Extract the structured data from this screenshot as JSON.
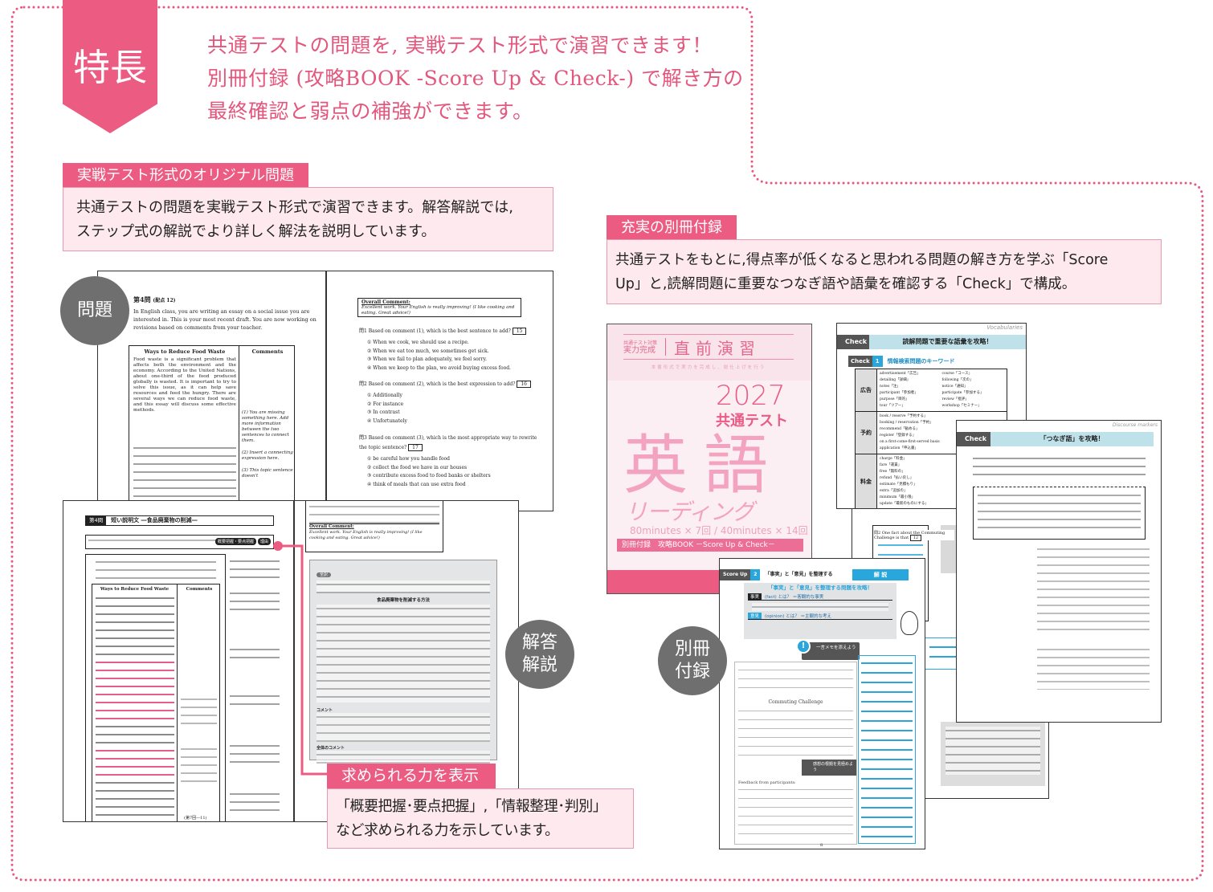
{
  "feature_badge": "特長",
  "headline": [
    "共通テストの問題を, 実戦テスト形式で演習できます！",
    "別冊付録 (攻略BOOK -Score Up & Check-) で解き方の",
    "最終確認と弱点の補強ができます。"
  ],
  "section_original": {
    "tag": "実戦テスト形式のオリジナル問題",
    "lines": [
      "共通テストの問題を実戦テスト形式で演習できます。解答解説では,",
      "ステップ式の解説でより詳しく解法を説明しています。"
    ]
  },
  "section_supplement": {
    "tag": "充実の別冊付録",
    "lines": [
      "共通テストをもとに,得点率が低くなると思われる問題の解き方を学ぶ「Score",
      "Up」と,読解問題に重要なつなぎ語や語彙を確認する「Check」で構成。"
    ]
  },
  "section_skills": {
    "tag": "求められる力を表示",
    "lines": [
      "「概要把握･要点把握」,「情報整理･判別」",
      "など求められる力を示しています。"
    ]
  },
  "circles": {
    "problem": "問題",
    "answer": [
      "解答",
      "解説"
    ],
    "supplement": [
      "別冊",
      "付録"
    ]
  },
  "problem_page": {
    "heading": "第4問",
    "points": "(配点 12)",
    "intro": "In English class, you are writing an essay on a social issue you are interested in. This is your most recent draft. You are now working on revisions based on comments from your teacher.",
    "table_headers": [
      "Ways to Reduce Food Waste",
      "Comments"
    ],
    "essay": "Food waste is a significant problem that affects both the environment and the economy. According to the United Nations, about one-third of the food produced globally is wasted. It is important to try to solve this issue, as it can help save resources and feed the hungry. There are several ways we can reduce food waste, and this essay will discuss some effective methods.",
    "comments": [
      "(1) You are missing something here. Add more information between the two sentences to connect them.",
      "(2) Insert a connecting expression here.",
      "(3) This topic sentence doesn't"
    ],
    "overall_title": "Overall Comment:",
    "overall_text": "Excellent work. Your English is really improving! (I like cooking and eating. Great advice!)",
    "questions": [
      {
        "label": "問1 Based on comment (1), which is the best sentence to add?",
        "box": "15",
        "options": [
          "① When we cook, we should use a recipe.",
          "② When we eat too much, we sometimes get sick.",
          "③ When we fail to plan adequately, we feel sorry.",
          "④ When we keep to the plan, we avoid buying excess food."
        ]
      },
      {
        "label": "問2 Based on comment (2), which is the best expression to add?",
        "box": "16",
        "options": [
          "① Additionally",
          "② For instance",
          "③ In contrast",
          "④ Unfortunately"
        ]
      },
      {
        "label": "問3 Based on comment (3), which is the most appropriate way to rewrite the topic sentence?",
        "box": "17",
        "options": [
          "① be careful how you handle food",
          "② collect the food we have in our houses",
          "③ contribute excess food to food banks or shelters",
          "④ think of meals that can use extra food"
        ]
      }
    ]
  },
  "answer_page": {
    "heading_num": "第4問",
    "heading": "短い説明文 ―食品廃棄物の削減―",
    "skill_badges": [
      "概要把握・要点把握",
      "理由"
    ],
    "table_headers": [
      "Ways to Reduce Food Waste",
      "Comments"
    ],
    "overall_title": "Overall Comment:",
    "overall_text": "Excellent work. Your English is really improving! (I like cooking and eating. Great advice!)",
    "translation_tag": "全訳",
    "translation_title": "食品廃棄物を削減する方法",
    "comment_label": "コメント",
    "teacher_label": "全体のコメント",
    "footer": "(第7回―11)"
  },
  "book_cover": {
    "series_small": "共通テスト対策",
    "series": "実力完成",
    "series_title": "直前演習",
    "tagline": "本番形式で実力を完成し、総仕上げを行う",
    "year": "2027",
    "exam": "共通テスト",
    "subject": "英語",
    "subtitle": "リーディング",
    "spec": "80minutes × 7回 / 40minutes × 14回",
    "supplement_label": "別冊付録",
    "supplement_title": "攻略BOOK －Score Up & Check－"
  },
  "check_page_1": {
    "bar_label": "Check",
    "title": "読解問題で重要な語彙を攻略！",
    "watermark": "Vocabularies",
    "section_num": "1",
    "section_title": "情報検索問題のキーワード",
    "rows": [
      {
        "cat": "広告",
        "words": [
          "advertisement「広告」",
          "course「コース」",
          "detailing「詳細」",
          "following「次の」",
          "notes「注」",
          "notice「通知」",
          "participant「参加者」",
          "participate「参加する」",
          "purpose「目的」",
          "review「批評」",
          "tour「ツアー」",
          "workshop「セミナー」"
        ]
      },
      {
        "cat": "予約",
        "words": [
          "book / reserve「予約する」",
          "booking / reservation「予約」",
          "recommend「勧める」",
          "register「登録する」",
          "on a first-come-first-served basis",
          "application「申込書」"
        ]
      },
      {
        "cat": "料金",
        "words": [
          "charge「料金」",
          "fare「運賃」",
          "free「無料の」",
          "refund「払い戻し」",
          "estimate「見積もり」",
          "extra「追加の」",
          "minimum「最小限」",
          "update「最新のものにする」"
        ]
      }
    ]
  },
  "check_page_2": {
    "bar_label": "Check",
    "title": "「つなぎ語」を攻略！",
    "watermark": "Discourse markers"
  },
  "scoreup_page": {
    "bar_label": "Score Up",
    "num": "2",
    "title": "「事実」と「意見」を整理する",
    "tab": "解 説",
    "banner": "「事実」と「意見」を整理する問題を攻略！",
    "fact_label": "事実",
    "fact_text": "(fact) とは？ ＝客観的な事実",
    "opinion_label": "意見",
    "opinion_text": "(opinion) とは？ ＝主観的な考え",
    "memo_title": "一言メモを添えよう",
    "passage_title": "Commuting Challenge",
    "feedback_title": "Feedback from participants:",
    "hint_title": "感想の根拠を見極めよう",
    "page_num": "8",
    "q_text": "問2 One fact about the Commuting Challenge is that",
    "q_box": "12"
  },
  "colors": {
    "pink": "#ec5b81",
    "pink_light": "#fde9ee",
    "gray_circle": "#6f6f70",
    "blue": "#29a6dc"
  }
}
